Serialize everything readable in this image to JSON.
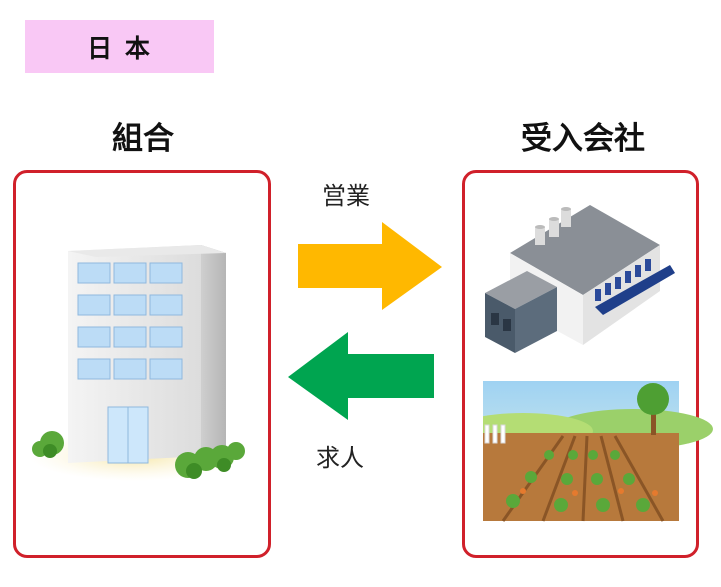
{
  "country_tag": "日 本",
  "left": {
    "heading": "組合"
  },
  "right": {
    "heading": "受入会社"
  },
  "arrow_right": {
    "label": "営業",
    "color": "#ffb800"
  },
  "arrow_left": {
    "label": "求人",
    "color": "#00a550"
  },
  "colors": {
    "tag_bg": "#f9c8f5",
    "box_border": "#d0202a"
  }
}
